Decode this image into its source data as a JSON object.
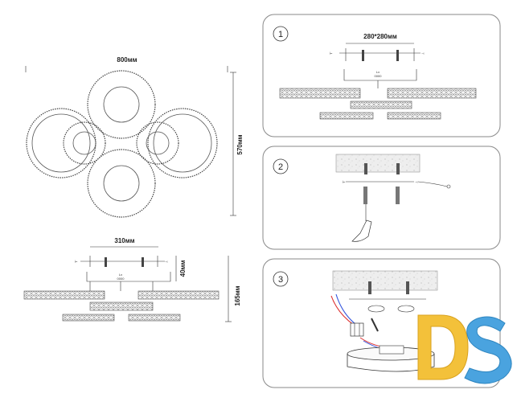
{
  "dimensions": {
    "width_top": "800мм",
    "height_side": "570мм",
    "base_width": "310мм",
    "base_height": "40мм",
    "total_height": "165мм",
    "plate_size": "280*280мм"
  },
  "steps": [
    {
      "number": "1"
    },
    {
      "number": "2"
    },
    {
      "number": "3"
    }
  ],
  "terminal_label": "0000",
  "logo": {
    "text": "DS",
    "color_d": "#f3c13a",
    "color_s": "#4aa3df"
  }
}
